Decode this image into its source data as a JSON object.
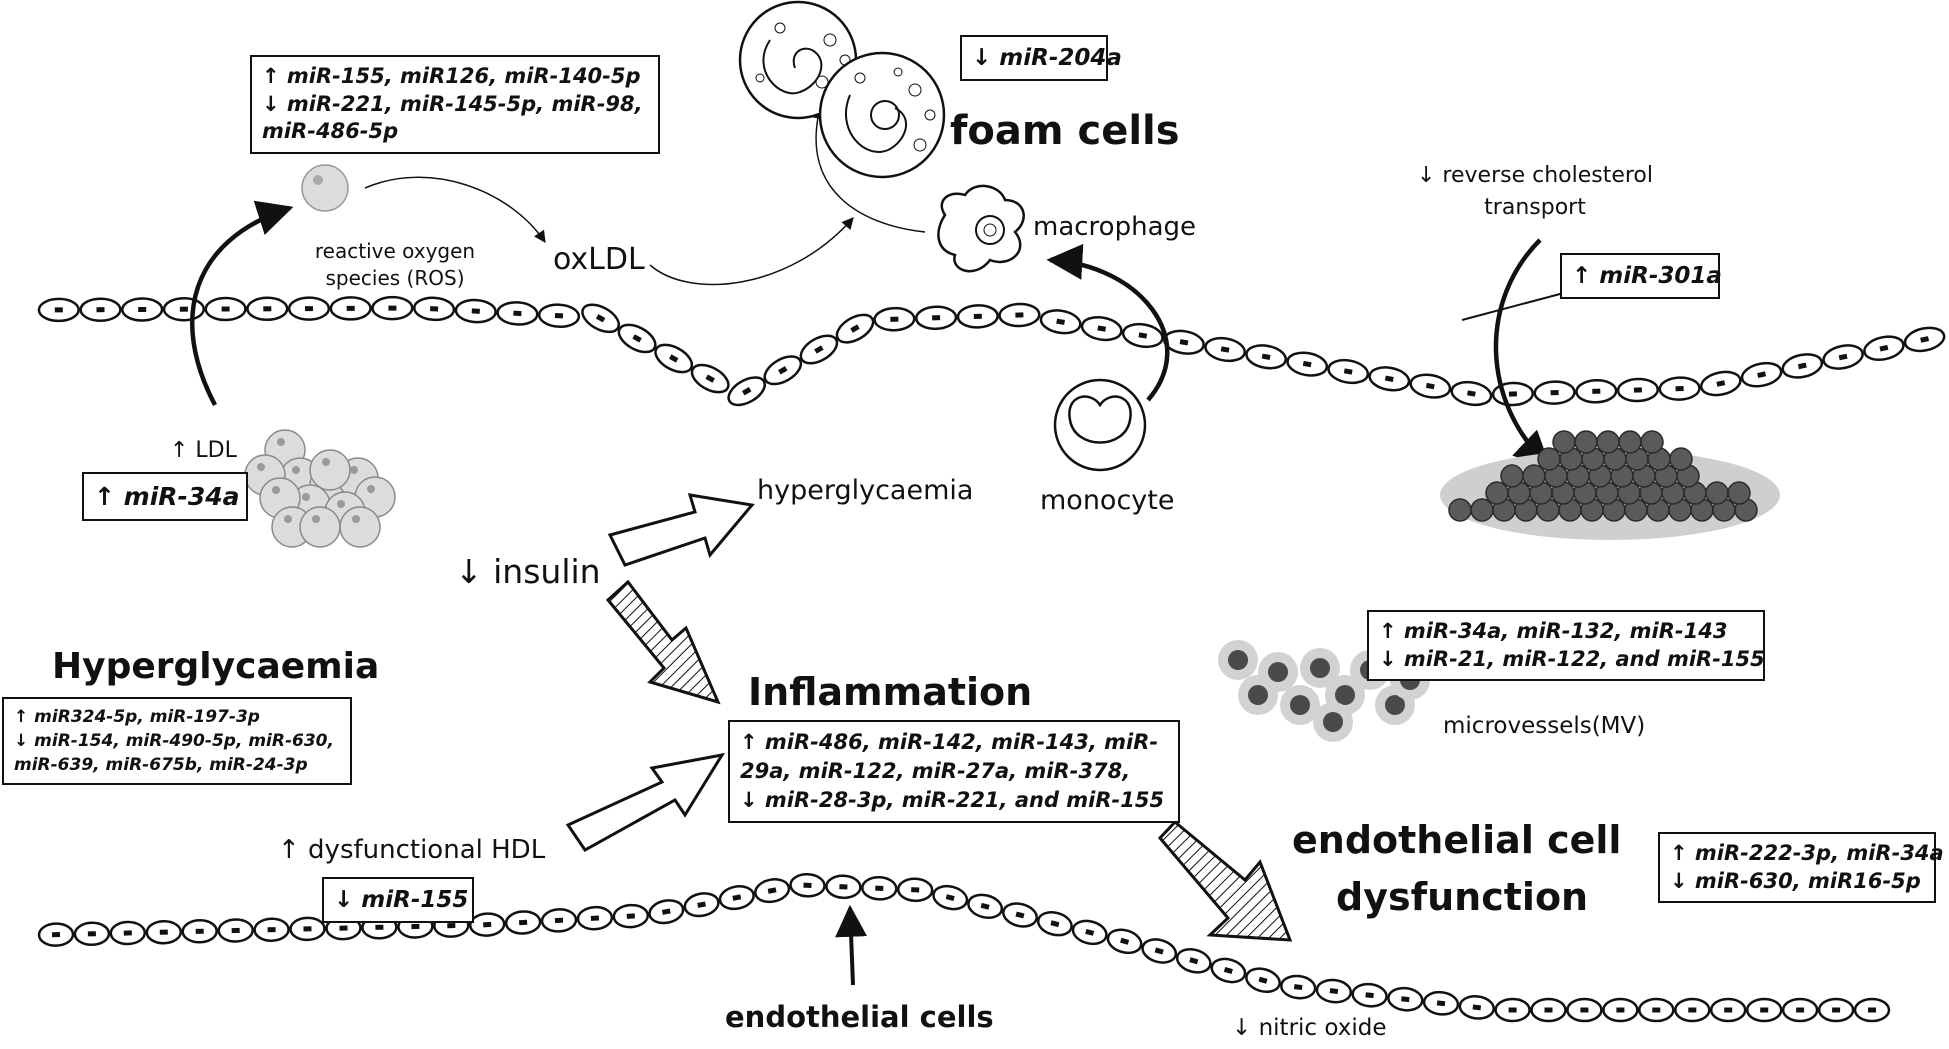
{
  "labels": {
    "reactive_oxygen_species": "reactive oxygen species (ROS)",
    "oxldl": "oxLDL",
    "macrophage": "macrophage",
    "foam_cells": "foam cells",
    "reverse_cholesterol": "↓ reverse cholesterol transport",
    "ldl": "↑ LDL",
    "hyperglycaemia_small": "hyperglycaemia",
    "monocyte": "monocyte",
    "insulin": "↓ insulin",
    "hyperglycaemia_title": "Hyperglycaemia",
    "inflammation": "Inflammation",
    "microvessels": "microvessels(MV)",
    "dysfunctional_hdl": "↑ dysfunctional HDL",
    "endothelial_dysfunction_line1": "endothelial cell",
    "endothelial_dysfunction_line2": "dysfunction",
    "endothelial_cells": "endothelial cells",
    "nitric_oxide": "↓ nitric oxide"
  },
  "boxes": {
    "ros_mirna": [
      "↑ miR-155, miR126, miR-140-5p",
      "↓ miR-221,   miR-145-5p,   miR-98,",
      "miR-486-5p"
    ],
    "foam_mirna": [
      "↓ miR-204a"
    ],
    "cholesterol_mirna": [
      "↑ miR-301a"
    ],
    "ldl_mirna": [
      "↑ miR-34a"
    ],
    "mv_mirna": [
      "↑ miR-34a, miR-132, miR-143",
      "↓ miR-21, miR-122, and miR-155"
    ],
    "hyperglycaemia_mirna": [
      "↑ miR324-5p, miR-197-3p",
      "↓ miR-154, miR-490-5p, miR-630,",
      "miR-639, miR-675b, miR-24-3p"
    ],
    "inflammation_mirna": [
      "↑  miR-486, miR-142, miR-143, miR-",
      "29a, miR-122, miR-27a, miR-378,",
      "↓  miR-28-3p, miR-221, and miR-155"
    ],
    "hdl_mirna": [
      "↓ miR-155"
    ],
    "endothelial_mirna": [
      "↑ miR-222-3p, miR-34a",
      "↓ miR-630, miR16-5p"
    ]
  },
  "colors": {
    "ink": "#111111",
    "cell_fill": "#ffffff",
    "ldl_fill": "#dcdcdc",
    "mv_ring": "#d2d2d2",
    "mv_core": "#4a4a4a",
    "aggregate": "#5a5a5a"
  }
}
